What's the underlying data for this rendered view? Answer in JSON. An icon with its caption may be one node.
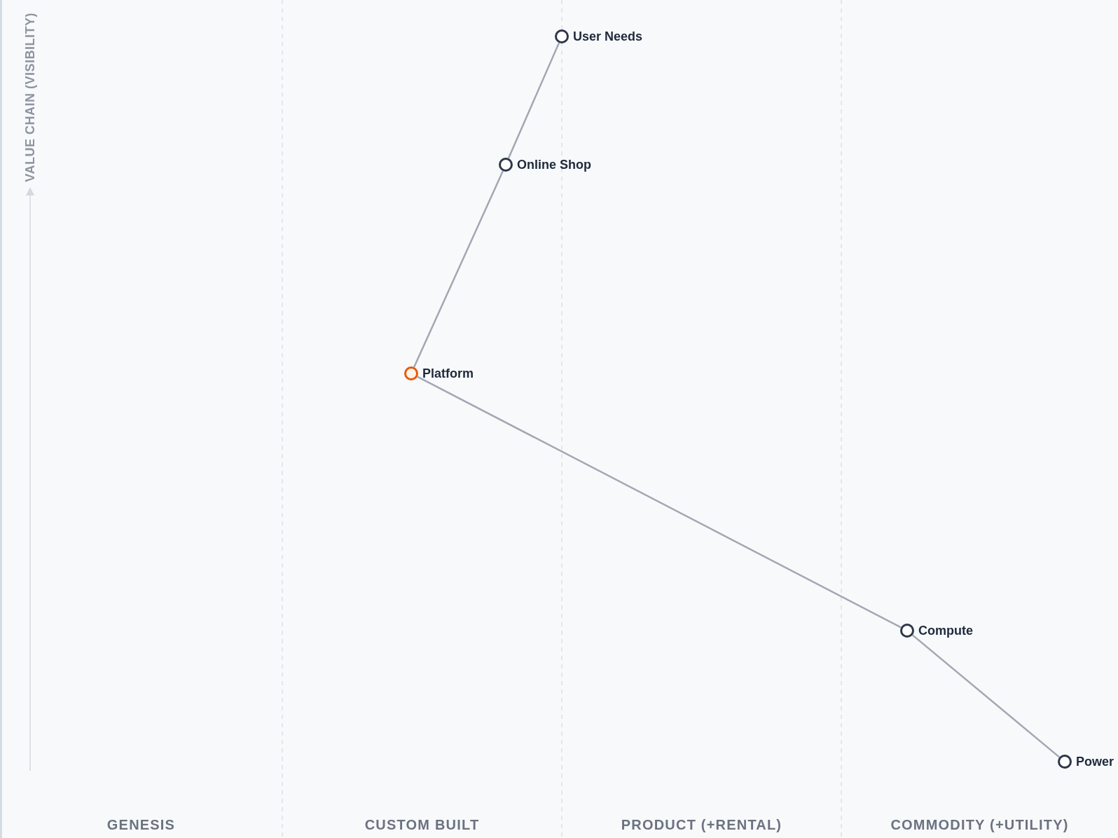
{
  "diagram": {
    "nodes": [
      {
        "text": [
          "User Needs"
        ]
      },
      {
        "text": [
          "Online Shop"
        ]
      },
      {
        "text": [
          "Platform"
        ]
      },
      {
        "text": [
          "Compute"
        ]
      },
      {
        "text": [
          "Power"
        ]
      }
    ],
    "edges": [
      {
        "from": 0,
        "to": 1,
        "arrow": "none"
      },
      {
        "from": 1,
        "to": 2,
        "arrow": "none"
      },
      {
        "from": 2,
        "to": 3,
        "arrow": "none"
      },
      {
        "from": 3,
        "to": 4,
        "arrow": "none"
      }
    ],
    "labels": [
      "VALUE CHAIN (VISIBILITY)",
      "GENESIS",
      "CUSTOM BUILT",
      "PRODUCT (+RENTAL)",
      "COMMODITY (+UTILITY)"
    ]
  }
}
